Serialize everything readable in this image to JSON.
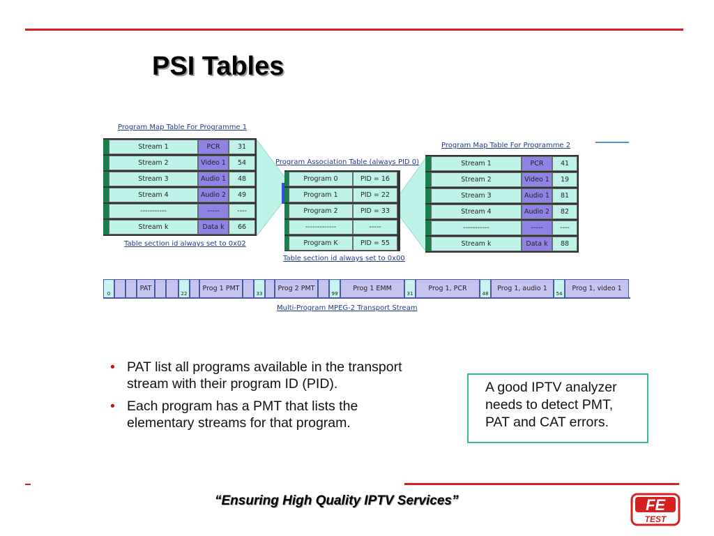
{
  "slide": {
    "title": "PSI Tables",
    "bullets": [
      "PAT list all programs available in the transport stream with their program ID (PID).",
      "Each program has a PMT that lists the elementary streams for that program."
    ],
    "bullet_marker": "•",
    "note": "A good IPTV analyzer needs to detect PMT, PAT and CAT errors.",
    "footer": "“Ensuring High Quality IPTV Services”",
    "logo_text": {
      "top": "FE",
      "bottom": "TEST"
    },
    "colors": {
      "accent_red": "#d42020",
      "note_border": "#35b89a",
      "stream_cell": "#bff3ea",
      "type_cell": "#8f83e6"
    }
  },
  "diagram": {
    "pmt1": {
      "title": "Program Map Table For Programme 1",
      "caption": "Table section id always set to 0x02",
      "rows": [
        {
          "stream": "Stream 1",
          "type": "PCR",
          "pid": "31"
        },
        {
          "stream": "Stream 2",
          "type": "Video 1",
          "pid": "54"
        },
        {
          "stream": "Stream 3",
          "type": "Audio 1",
          "pid": "48"
        },
        {
          "stream": "Stream 4",
          "type": "Audio 2",
          "pid": "49"
        },
        {
          "stream": "-----------",
          "type": "-----",
          "pid": "----"
        },
        {
          "stream": "Stream k",
          "type": "Data k",
          "pid": "66"
        }
      ]
    },
    "pat": {
      "title": "Program Association Table (always PID 0)",
      "caption": "Table section id always set to 0x00",
      "rows": [
        {
          "program": "Program 0",
          "pid": "PID = 16"
        },
        {
          "program": "Program 1",
          "pid": "PID = 22"
        },
        {
          "program": "Program 2",
          "pid": "PID = 33"
        },
        {
          "program": "-------------",
          "pid": "-----"
        },
        {
          "program": "Program K",
          "pid": "PID = 55"
        }
      ]
    },
    "pmt2": {
      "title": "Program Map Table For Programme 2",
      "rows": [
        {
          "stream": "Stream 1",
          "type": "PCR",
          "pid": "41"
        },
        {
          "stream": "Stream 2",
          "type": "Video 1",
          "pid": "19"
        },
        {
          "stream": "Stream 3",
          "type": "Audio 1",
          "pid": "81"
        },
        {
          "stream": "Stream 4",
          "type": "Audio 2",
          "pid": "82"
        },
        {
          "stream": "-----------",
          "type": "-----",
          "pid": "----"
        },
        {
          "stream": "Stream k",
          "type": "Data k",
          "pid": "88"
        }
      ]
    },
    "transport_stream": {
      "caption": "Multi-Program MPEG-2 Transport Stream",
      "pids": [
        "0",
        "22",
        "33",
        "99",
        "31",
        "48",
        "54"
      ],
      "labels": [
        "PAT",
        "Prog 1 PMT",
        "Prog 2 PMT",
        "Prog 1 EMM",
        "Prog 1, PCR",
        "Prog 1, audio 1",
        "Prog 1, video 1"
      ]
    }
  }
}
